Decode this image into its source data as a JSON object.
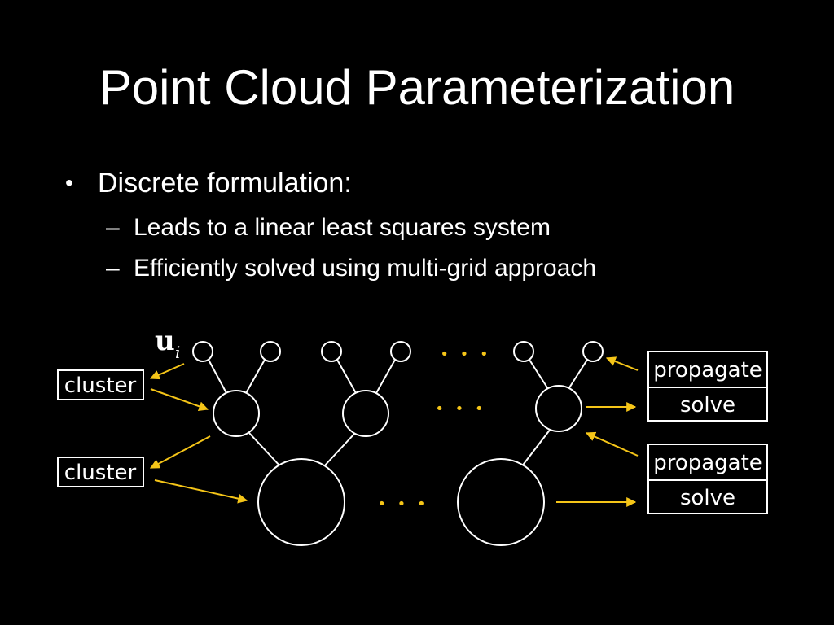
{
  "slide": {
    "title": "Point Cloud Parameterization",
    "bullets": [
      {
        "text": "Discrete formulation:",
        "marker": "•",
        "sub": [
          {
            "marker": "–",
            "text": "Leads to a linear least squares system"
          },
          {
            "marker": "–",
            "text": "Efficiently solved using multi-grid approach"
          }
        ]
      }
    ]
  },
  "diagram": {
    "math_symbol": "u",
    "math_subscript": "i",
    "left_boxes": [
      "cluster",
      "cluster"
    ],
    "right_boxes": [
      {
        "top": "propagate",
        "bottom": "solve"
      },
      {
        "top": "propagate",
        "bottom": "solve"
      }
    ],
    "ellipsis": "• • •"
  },
  "colors": {
    "background": "#000000",
    "text": "#ffffff",
    "arrow": "#f5c518",
    "ellipsis": "#f5c518"
  }
}
